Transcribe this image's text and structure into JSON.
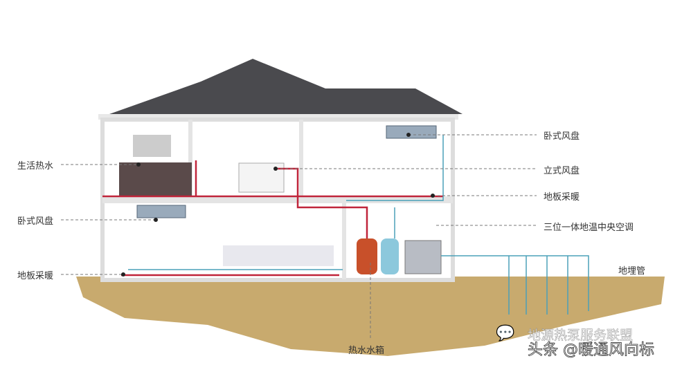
{
  "labels": {
    "left": [
      "生活热水",
      "卧式风盘",
      "地板采暖"
    ],
    "right": [
      "卧式风盘",
      "立式风盘",
      "地板采暖",
      "三位一体地温中央空调"
    ],
    "ground_pipe": "地埋管",
    "hot_water_tank": "热水水箱"
  },
  "watermark": {
    "back": "地源热泵服务联盟",
    "front": "头条 @暖通风向标",
    "icon": "wechat-icon"
  },
  "colors": {
    "roof": "#4a4a4e",
    "ground": "#c8aa6e",
    "hot_pipe": "#c0243a",
    "cold_pipe": "#4aa0b8",
    "wall": "#e4e4e4"
  }
}
